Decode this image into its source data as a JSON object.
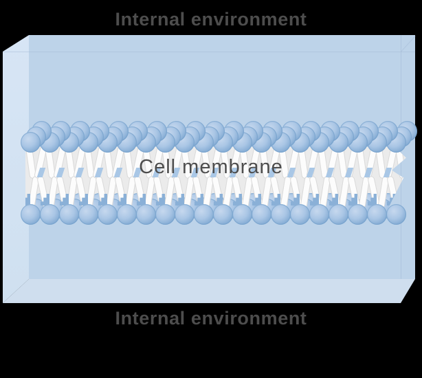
{
  "labels": {
    "top": "Internal environment",
    "membrane": "Cell membrane",
    "bottom": "Internal environment"
  },
  "colors": {
    "background": "#000000",
    "box_main_face": "#bdd3e9",
    "box_left_face_top": "#d7e5f5",
    "box_left_face_bottom": "#cfe0f0",
    "box_bottom_face": "#cfdeee",
    "box_edge_line": "#a3bad6",
    "head_center": "#c6d8ee",
    "head_mid": "#aac6e5",
    "head_edge": "#7ca6d0",
    "head_outline": "#6f9cc8",
    "tail_region_bg": "#ebebeb",
    "tail_fill": "#fcfcfc",
    "tail_outline": "#d9d9d9",
    "accent_diamond": "#a9c7e6",
    "accent_step": "#8ab0d7",
    "label_text": "#4d4d4d"
  },
  "membrane": {
    "head_columns": 20,
    "spheres_per_cluster": 3,
    "tail_strands": 39,
    "rows": [
      "outer head row",
      "inner head row"
    ]
  }
}
